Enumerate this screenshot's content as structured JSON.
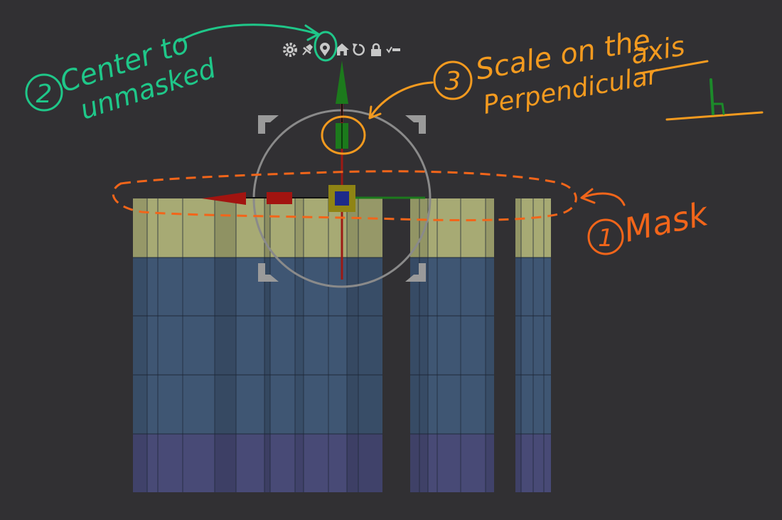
{
  "gizmo": {
    "toolbar": [
      {
        "name": "gear-icon"
      },
      {
        "name": "pin-icon"
      },
      {
        "name": "location-icon"
      },
      {
        "name": "home-icon"
      },
      {
        "name": "reset-icon"
      },
      {
        "name": "lock-icon"
      },
      {
        "name": "toggle-icon"
      }
    ]
  },
  "annotations": {
    "center": {
      "number": "2",
      "line1": "Center to",
      "line2": "unmasked"
    },
    "scale": {
      "number": "3",
      "line1": "Scale on the",
      "line2": "Perpendicular",
      "line3": "axis"
    },
    "mask": {
      "number": "1",
      "label": "Mask"
    }
  },
  "colors": {
    "background": "#313033",
    "mesh_masked": "#a7aa74",
    "mesh_blue": "#3f5673",
    "mesh_purple": "#484a76",
    "note_green": "#1fc789",
    "note_orange": "#f39a1f",
    "note_red_orange": "#f26a1a",
    "axis_red": "#a21410",
    "axis_green": "#1c7a1c",
    "center_blue": "#1d2a8a",
    "center_yellow": "#8f8414"
  }
}
